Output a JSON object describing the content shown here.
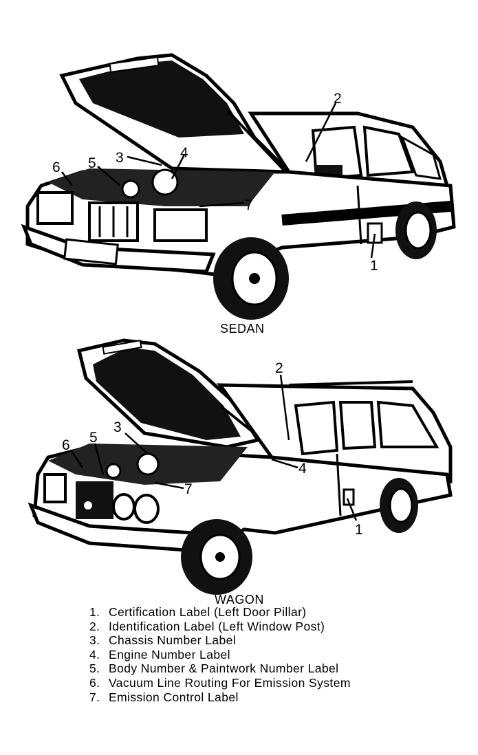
{
  "captions": {
    "sedan": "SEDAN",
    "wagon": "WAGON"
  },
  "sedan_callouts": [
    "1",
    "2",
    "3",
    "4",
    "5",
    "6",
    "7"
  ],
  "wagon_callouts": [
    "1",
    "2",
    "3",
    "4",
    "5",
    "6",
    "7"
  ],
  "legend": [
    {
      "num": "1.",
      "text": "Certification Label (Left Door Pillar)"
    },
    {
      "num": "2.",
      "text": "Identification Label (Left Window Post)"
    },
    {
      "num": "3.",
      "text": "Chassis Number Label"
    },
    {
      "num": "4.",
      "text": "Engine Number Label"
    },
    {
      "num": "5.",
      "text": "Body Number & Paintwork Number Label"
    },
    {
      "num": "6.",
      "text": "Vacuum Line Routing For Emission System"
    },
    {
      "num": "7.",
      "text": "Emission Control Label"
    }
  ]
}
